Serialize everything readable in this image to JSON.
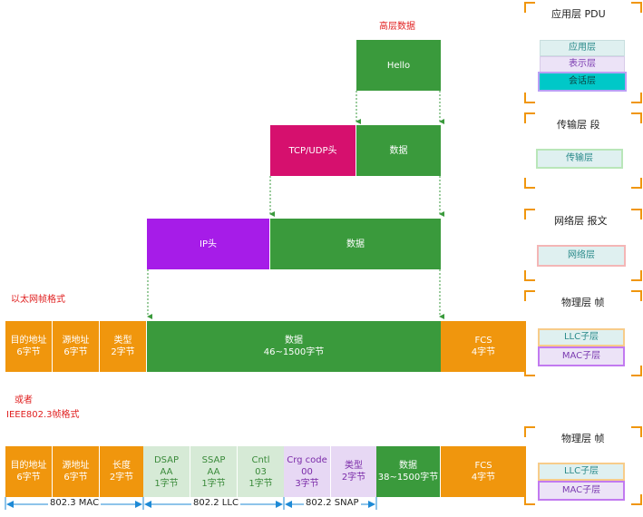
{
  "top_label": "高层数据",
  "hello": "Hello",
  "tcp_header": "TCP/UDP头",
  "data_label": "数据",
  "ip_header": "IP头",
  "ethernet_format": "以太网帧格式",
  "or_label": "或者",
  "ieee_format": "IEEE802.3帧格式",
  "eth_frame": {
    "dst": [
      "目的地址",
      "6字节"
    ],
    "src": [
      "源地址",
      "6字节"
    ],
    "type": [
      "类型",
      "2字节"
    ],
    "data": [
      "数据",
      "46~1500字节"
    ],
    "fcs": [
      "FCS",
      "4字节"
    ]
  },
  "ieee_frame": {
    "dst": [
      "目的地址",
      "6字节"
    ],
    "src": [
      "源地址",
      "6字节"
    ],
    "len": [
      "长度",
      "2字节"
    ],
    "dsap": [
      "DSAP",
      "AA",
      "1字节"
    ],
    "ssap": [
      "SSAP",
      "AA",
      "1字节"
    ],
    "cntl": [
      "Cntl",
      "03",
      "1字节"
    ],
    "crg": [
      "Crg code",
      "00",
      "3字节"
    ],
    "type": [
      "类型",
      "2字节"
    ],
    "data": [
      "数据",
      "38~1500字节"
    ],
    "fcs": [
      "FCS",
      "4字节"
    ]
  },
  "dims": {
    "mac": "802.3 MAC",
    "llc": "802.2 LLC",
    "snap": "802.2 SNAP"
  },
  "layers": {
    "app_title": "应用层 PDU",
    "app": "应用层",
    "pres": "表示层",
    "session": "会话层",
    "transport_title": "传输层 段",
    "transport": "传输层",
    "network_title": "网络层 报文",
    "network": "网络层",
    "physical_title": "物理层 帧",
    "llc_sub": "LLC子层",
    "mac_sub": "MAC子层",
    "physical_title2": "物理层 帧",
    "llc_sub2": "LLC子层",
    "mac_sub2": "MAC子层"
  },
  "colors": {
    "green": "#3a9a3c",
    "magenta": "#d6106e",
    "purple": "#a61ce8",
    "orange": "#f0960d",
    "session_cyan": "#00c8c8",
    "dim_blue": "#1e8ad6"
  }
}
